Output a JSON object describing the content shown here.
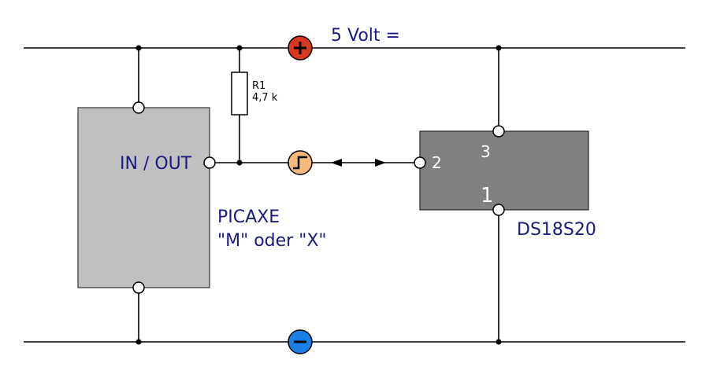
{
  "supply": {
    "label": "5 Volt ="
  },
  "resistor": {
    "name": "R1",
    "value": "4,7 k"
  },
  "picaxe": {
    "pin_label": "IN / OUT",
    "name_line1": "PICAXE",
    "name_line2": "\"M\" oder \"X\""
  },
  "sensor": {
    "name": "DS18S20",
    "pin2": "2",
    "pin3": "3",
    "pin1": "1"
  },
  "colors": {
    "plus": "#d9381e",
    "minus": "#1a80e6",
    "signal": "#f5b97a",
    "picaxe_body": "#c0c0c0",
    "sensor_body": "#808080",
    "text_blue": "#1a1a80"
  }
}
